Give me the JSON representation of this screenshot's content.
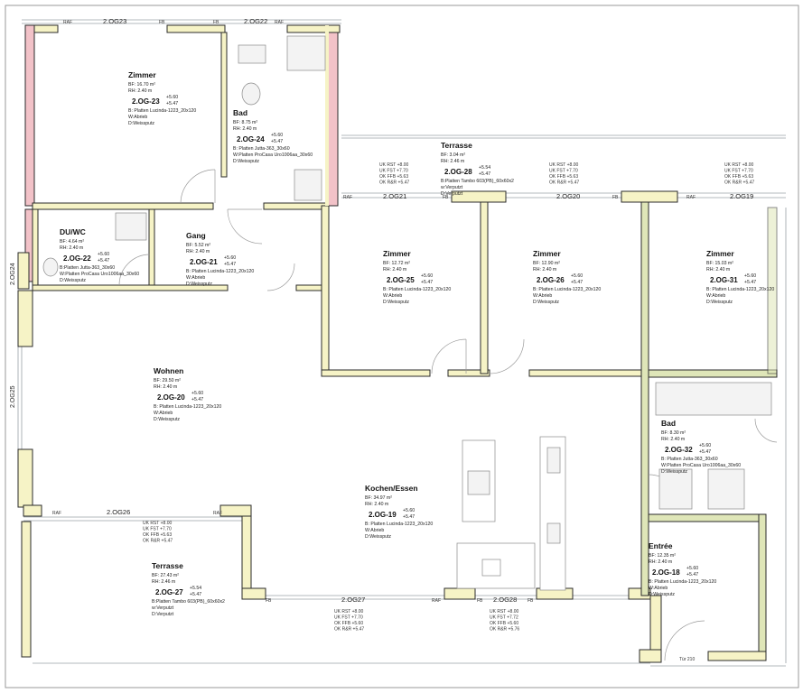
{
  "plan": {
    "colors": {
      "wall_existing": "#f6f3c6",
      "wall_border": "#2b2b2b",
      "wall_red": "#f2c2c8",
      "wall_green": "#dfe6b8",
      "glass": "#d9dde2",
      "line": "#8a8a8a"
    },
    "rooms": [
      {
        "id": "2og23",
        "name": "Zimmer",
        "bf": "BF: 16.70 m²",
        "rh": "RH:  2.40 m",
        "code": "2.OG-23",
        "l1": "+5.60",
        "l2": "+5.47",
        "b": "B: Platten Lucinda-1223_20x120",
        "w": "W:Abrieb",
        "d": "D:Weissputz"
      },
      {
        "id": "2og24",
        "name": "Bad",
        "bf": "BF: 8.75 m²",
        "rh": "RH: 2.40 m",
        "code": "2.OG-24",
        "l1": "+5.60",
        "l2": "+5.47",
        "b": "B: Platten Jutta-363_30x60",
        "w": "W:Platten ProCasa Uro1006aa_30x60",
        "d": "D:Weissputz"
      },
      {
        "id": "2og28",
        "name": "Terrasse",
        "bf": "BF: 3.04 m²",
        "rh": "RH: 2.46 m",
        "code": "2.OG-28",
        "l1": "+5.54",
        "l2": "+5.47",
        "b": "B:Platten Tambo 603(PB)_60x60x2",
        "w": "w:Verputzt",
        "d": "D:Verputzt"
      },
      {
        "id": "2og22",
        "name": "DU/WC",
        "bf": "BF: 4.64 m²",
        "rh": "RH: 2.40 m",
        "code": "2.OG-22",
        "l1": "+5.60",
        "l2": "+5.47",
        "b": "B:Platten Jutta-363_30x60",
        "w": "W:Platten ProCasa Uro1006aa_30x60",
        "d": "D:Weissputz"
      },
      {
        "id": "2og21",
        "name": "Gang",
        "bf": "BF: 5.52 m²",
        "rh": "RH: 2.40 m",
        "code": "2.OG-21",
        "l1": "+5.60",
        "l2": "+5.47",
        "b": "B: Platten Lucinda-1223_20x120",
        "w": "W:Abrieb",
        "d": "D:Weissputz"
      },
      {
        "id": "2og25",
        "name": "Zimmer",
        "bf": "BF: 12.72 m²",
        "rh": "RH: 2.40 m",
        "code": "2.OG-25",
        "l1": "+5.60",
        "l2": "+5.47",
        "b": "B: Platten Lucinda-1223_20x120",
        "w": "W:Abrieb",
        "d": "D:Weissputz"
      },
      {
        "id": "2og26",
        "name": "Zimmer",
        "bf": "BF: 12.90 m²",
        "rh": "RH: 2.40 m",
        "code": "2.OG-26",
        "l1": "+5.60",
        "l2": "+5.47",
        "b": "B: Platten Lucinda-1223_20x120",
        "w": "W:Abrieb",
        "d": "D:Weissputz"
      },
      {
        "id": "2og31",
        "name": "Zimmer",
        "bf": "BF: 15.03 m²",
        "rh": "RH: 2.40 m",
        "code": "2.OG-31",
        "l1": "+5.60",
        "l2": "+5.47",
        "b": "B: Platten Lucinda-1223_20x120",
        "w": "W:Abrieb",
        "d": "D:Weissputz"
      },
      {
        "id": "2og20",
        "name": "Wohnen",
        "bf": "BF: 29.50 m²",
        "rh": "RH: 2.40 m",
        "code": "2.OG-20",
        "l1": "+5.60",
        "l2": "+5.47",
        "b": "B: Platten Lucinda-1223_20x120",
        "w": "W:Abrieb",
        "d": "D:Weissputz"
      },
      {
        "id": "2og19",
        "name": "Kochen/Essen",
        "bf": "BF: 34.97 m²",
        "rh": "RH: 2.40 m",
        "code": "2.OG-19",
        "l1": "+5.60",
        "l2": "+5.47",
        "b": "B: Platten Lucinda-1223_20x120",
        "w": "W:Abrieb",
        "d": "D:Weissputz"
      },
      {
        "id": "2og32",
        "name": "Bad",
        "bf": "BF: 8.30 m²",
        "rh": "RH: 2.40 m",
        "code": "2.OG-32",
        "l1": "+5.60",
        "l2": "+5.47",
        "b": "B: Platten Jutta-363_30x60",
        "w": "W:Platten ProCasa Uro1006aa_30x60",
        "d": "D:Weissputz"
      },
      {
        "id": "2og27",
        "name": "Terrasse",
        "bf": "BF: 27.43 m²",
        "rh": "RH: 2.46 m",
        "code": "2.OG-27",
        "l1": "+5.54",
        "l2": "+5.47",
        "b": "B:Platten Tambo 603(PB)_60x60x2",
        "w": "w:Verputzt",
        "d": "D:Verputzt"
      },
      {
        "id": "2og18",
        "name": "Entrée",
        "bf": "BF: 12.35 m²",
        "rh": "RH: 2.40 m",
        "code": "2.OG-18",
        "l1": "+5.60",
        "l2": "+5.47",
        "b": "B: Platten Lucinda-1223_20x120",
        "w": "W:Abrieb",
        "d": "D:Weissputz"
      }
    ],
    "window_tags": {
      "og23": "2.OG23",
      "og22": "2.OG22",
      "og21": "2.OG21",
      "og20": "2.OG20",
      "og19": "2.OG19",
      "og24": "2.OG24",
      "og25": "2.OG25",
      "og26": "2.OG26",
      "og27": "2.OG27",
      "og28": "2.OG28",
      "raf": "RAF",
      "fb": "FB"
    },
    "level_blocks": [
      {
        "id": "a",
        "l1": "UK RST   +8.00",
        "l2": "UK FST   +7.70",
        "l3": "OK FFB   +5.63",
        "l4": "OK R&R   +5.47"
      },
      {
        "id": "b",
        "l1": "UK RST   +8.00",
        "l2": "UK FST   +7.70",
        "l3": "OK FFB   +5.63",
        "l4": "OK R&R   +5.47"
      },
      {
        "id": "c",
        "l1": "UK RST   +8.00",
        "l2": "UK FST   +7.70",
        "l3": "OK FFB   +5.63",
        "l4": "OK R&R   +5.47"
      },
      {
        "id": "d",
        "l1": "UK RST   +8.00",
        "l2": "UK FST   +7.70",
        "l3": "OK FFB   +5.63",
        "l4": "OK R&R   +5.47"
      },
      {
        "id": "e",
        "l1": "UK RST   +8.00",
        "l2": "UK FST   +7.70",
        "l3": "OK FFB   +5.60",
        "l4": "OK R&R   +5.47"
      },
      {
        "id": "f",
        "l1": "UK RST   +8.00",
        "l2": "UK FST   +7.72",
        "l3": "OK FFB   +5.60",
        "l4": "OK R&R   +5.76"
      }
    ],
    "door_tag": "Tür 210"
  }
}
